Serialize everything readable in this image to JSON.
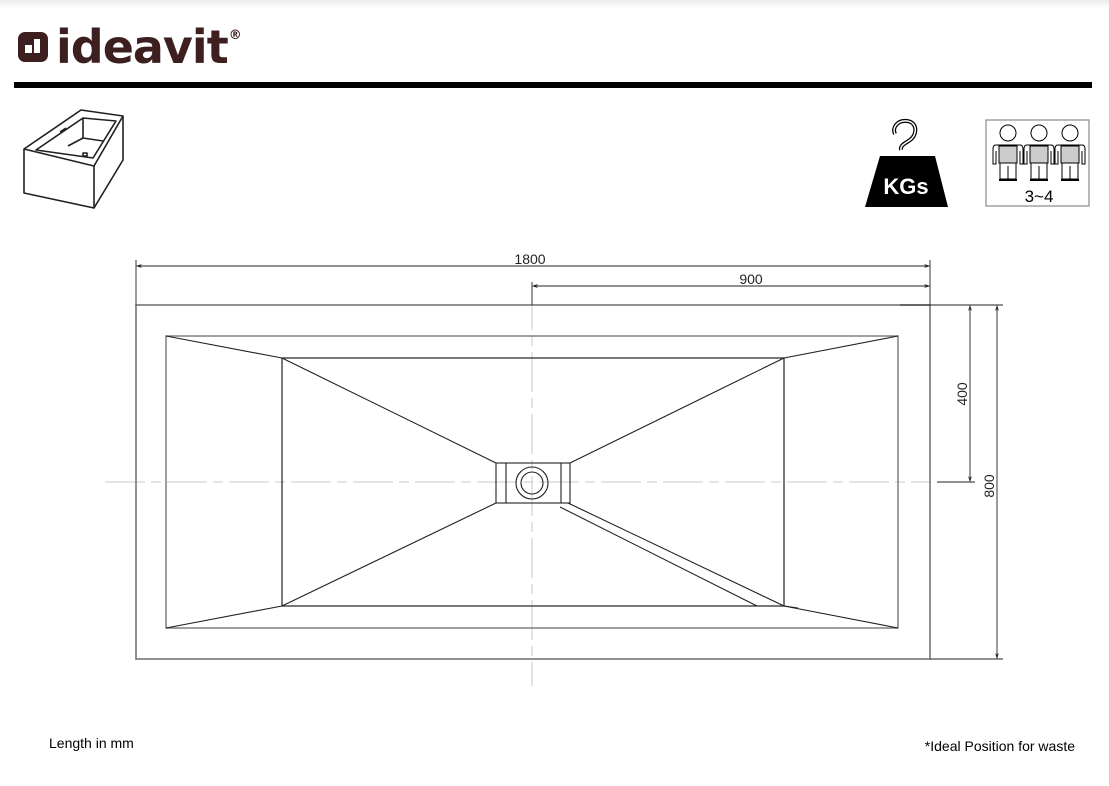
{
  "header": {
    "brand": "ideavit",
    "registered_mark": "®"
  },
  "icons": {
    "bathtub_iso": "bathtub-isometric-icon",
    "weight": {
      "name": "weight-kgs-icon",
      "label": "KGs"
    },
    "persons": {
      "name": "installers-icon",
      "label": "3~4",
      "count_figures": 3
    }
  },
  "drawing": {
    "dimensions": {
      "overall_length": "1800",
      "half_length": "900",
      "overall_width": "800",
      "half_width": "400"
    },
    "units": "mm"
  },
  "footer": {
    "left_note": "Length in mm",
    "right_note": "*Ideal Position for waste"
  },
  "colors": {
    "brand": "#3d1f1f",
    "line": "#231f20",
    "outer_line": "#7a7474",
    "centerline": "#c8c8c8"
  }
}
